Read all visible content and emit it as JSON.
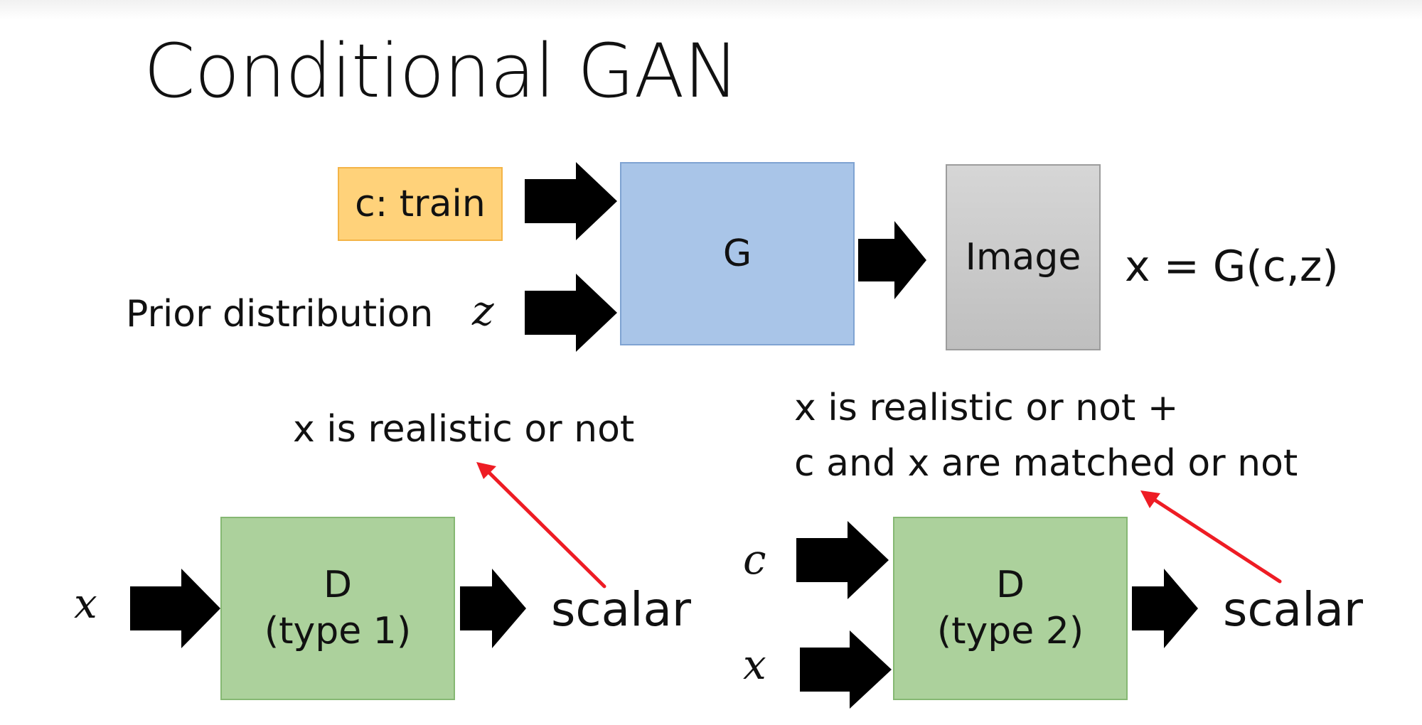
{
  "slide": {
    "title": "Conditional GAN"
  },
  "generator_section": {
    "condition_label": "c: train",
    "prior_label": "Prior distribution",
    "prior_symbol": "z",
    "generator_label": "G",
    "output_box_label": "Image",
    "output_equation": "x = G(c,z)"
  },
  "discriminator_type1": {
    "criterion": "x is realistic or not",
    "input_symbol": "x",
    "label_line1": "D",
    "label_line2": "(type 1)",
    "output_label": "scalar"
  },
  "discriminator_type2": {
    "criterion_line1": "x is realistic or not +",
    "criterion_line2": "c and x are matched or not",
    "input_symbols": [
      "c",
      "x"
    ],
    "label_line1": "D",
    "label_line2": "(type 2)",
    "output_label": "scalar"
  },
  "colors": {
    "condition_fill": "#ffd27a",
    "generator_fill": "#a9c5e8",
    "image_fill": "#c8c8c8",
    "discriminator_fill": "#acd19c",
    "annotation_arrow": "#ee1c24",
    "flow_arrow": "#000000"
  }
}
